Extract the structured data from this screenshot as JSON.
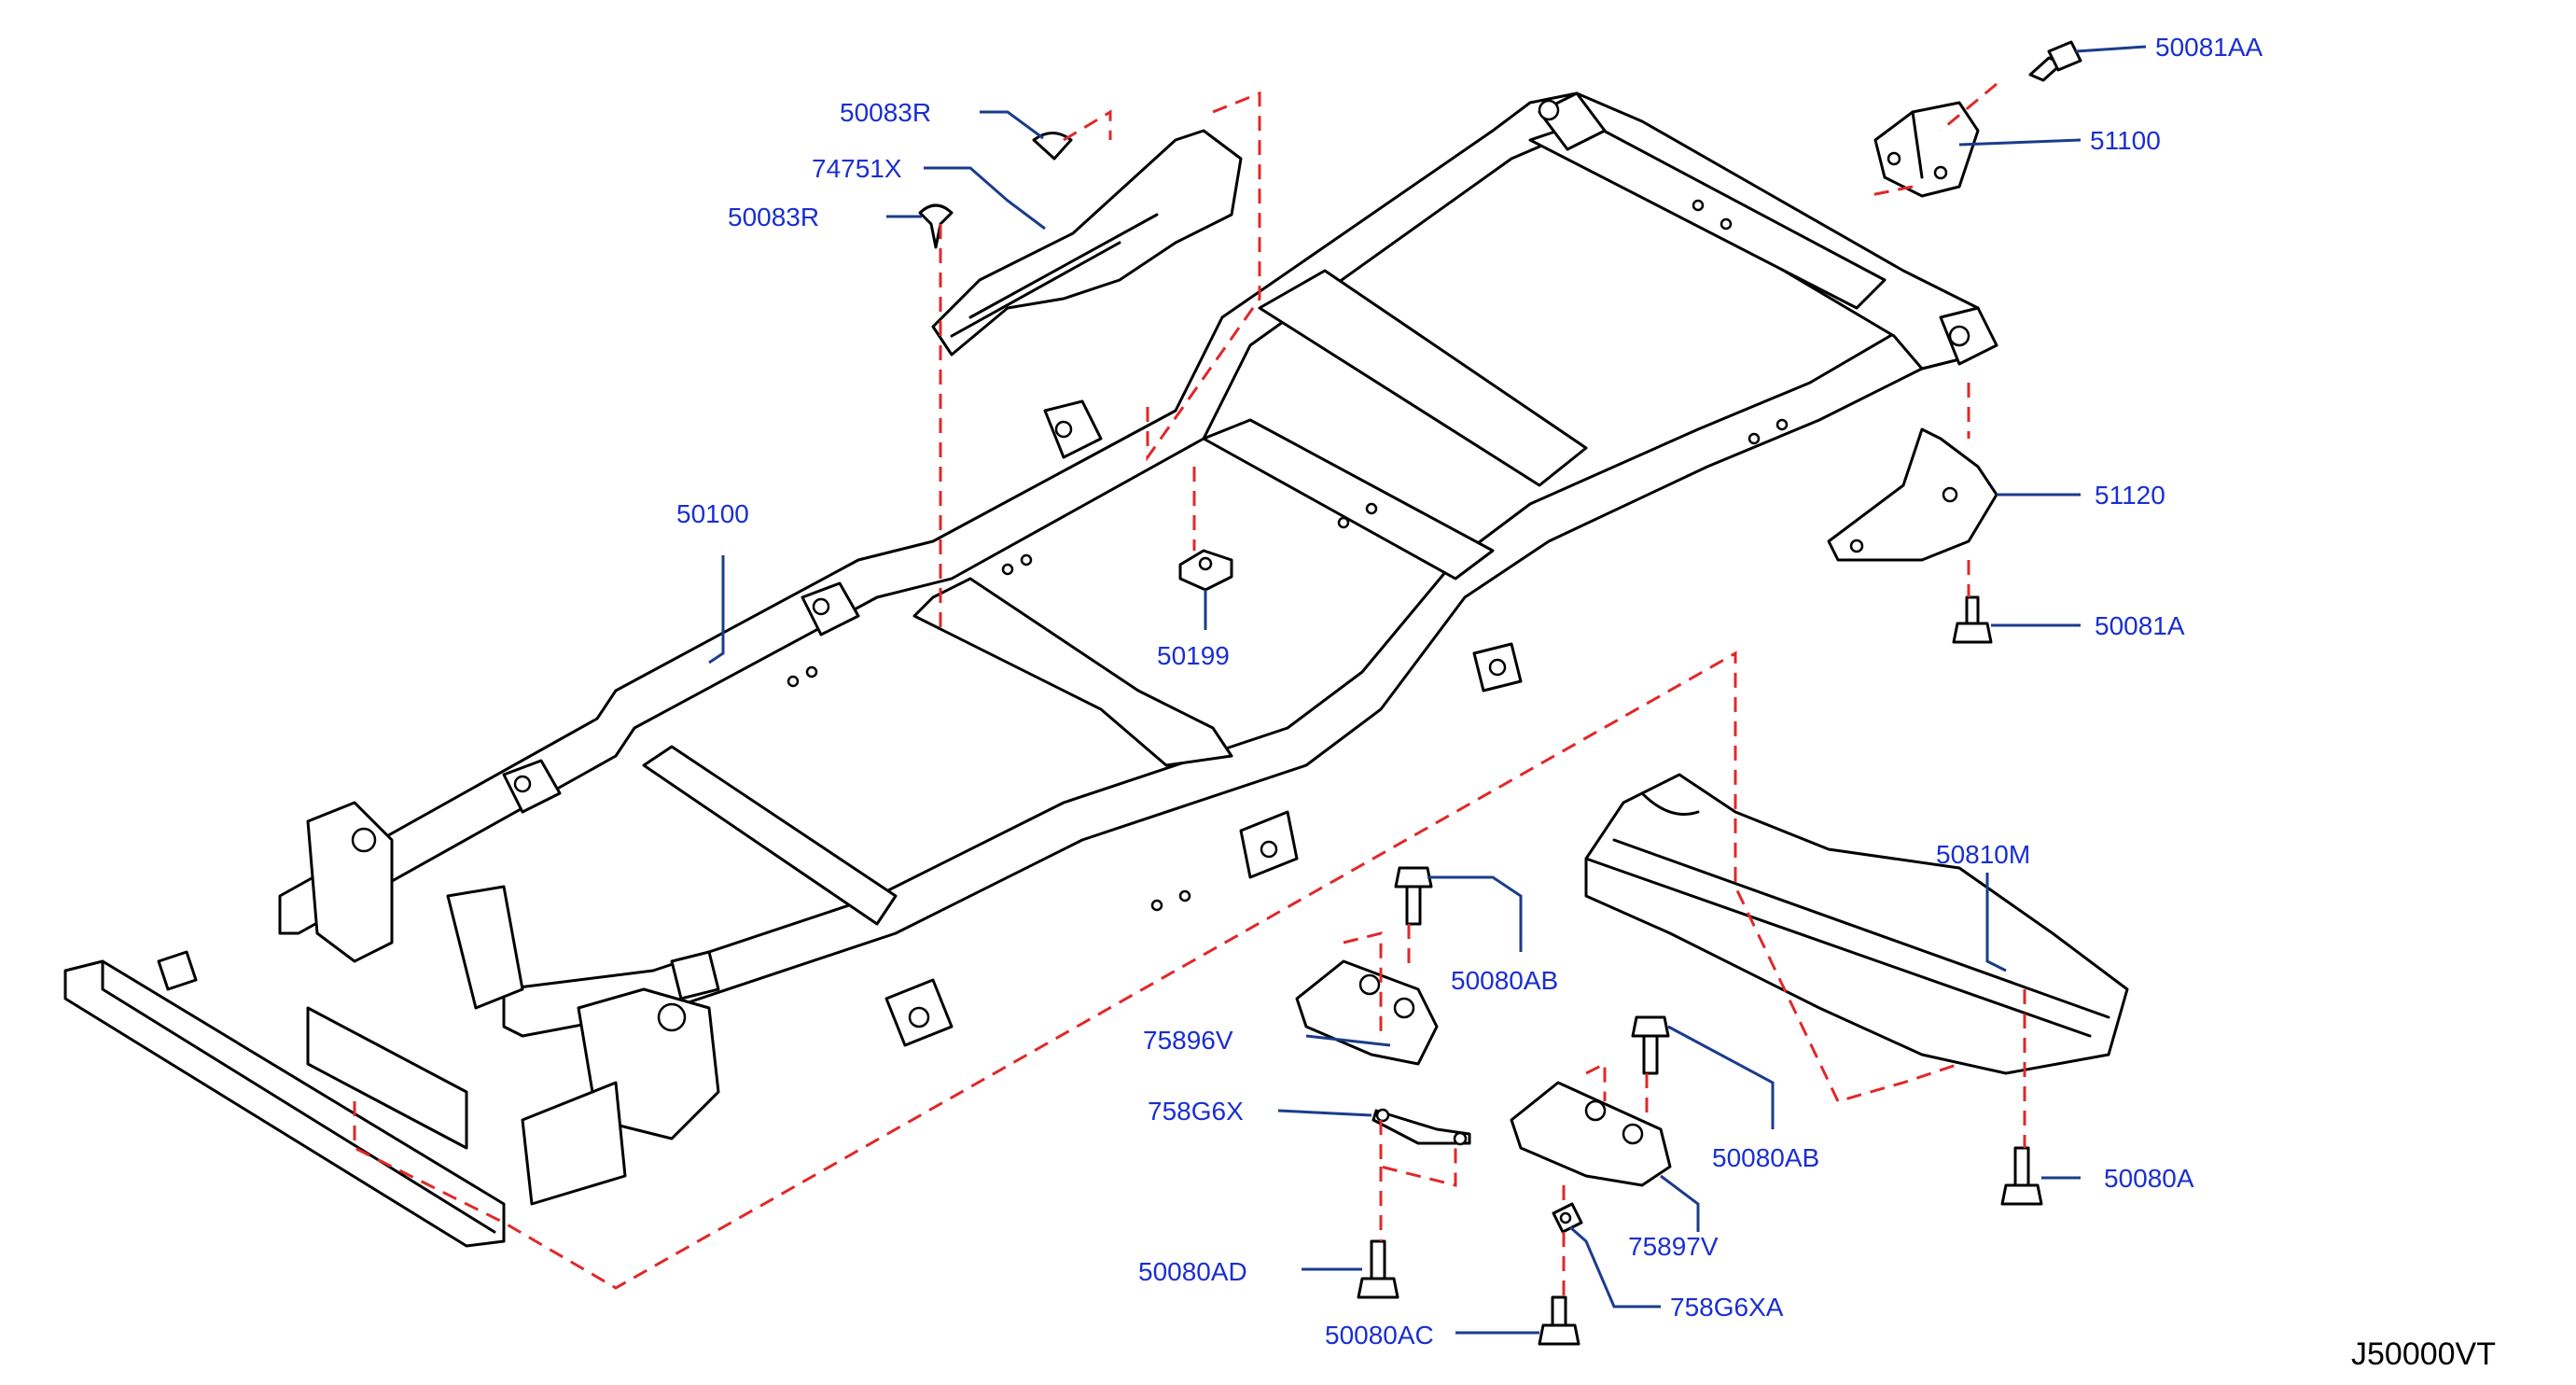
{
  "diagram_id": "J50000VT",
  "colors": {
    "callout_text": "#1a2fd0",
    "leader_line": "#1a3c8c",
    "guide_dash": "#e0282a",
    "part_outline": "#000000"
  },
  "callouts": [
    {
      "key": "p50081AA",
      "label": "50081AA"
    },
    {
      "key": "p51100",
      "label": "51100"
    },
    {
      "key": "p50083R_top",
      "label": "50083R"
    },
    {
      "key": "p74751X",
      "label": "74751X"
    },
    {
      "key": "p50083R_left",
      "label": "50083R"
    },
    {
      "key": "p51120",
      "label": "51120"
    },
    {
      "key": "p50100",
      "label": "50100"
    },
    {
      "key": "p50081A",
      "label": "50081A"
    },
    {
      "key": "p50199",
      "label": "50199"
    },
    {
      "key": "p50810M",
      "label": "50810M"
    },
    {
      "key": "p50080AB_a",
      "label": "50080AB"
    },
    {
      "key": "p75896V",
      "label": "75896V"
    },
    {
      "key": "p50080AB_b",
      "label": "50080AB"
    },
    {
      "key": "p758G6X",
      "label": "758G6X"
    },
    {
      "key": "p50080A",
      "label": "50080A"
    },
    {
      "key": "p75897V",
      "label": "75897V"
    },
    {
      "key": "p50080AD",
      "label": "50080AD"
    },
    {
      "key": "p758G6XA",
      "label": "758G6XA"
    },
    {
      "key": "p50080AC",
      "label": "50080AC"
    }
  ]
}
